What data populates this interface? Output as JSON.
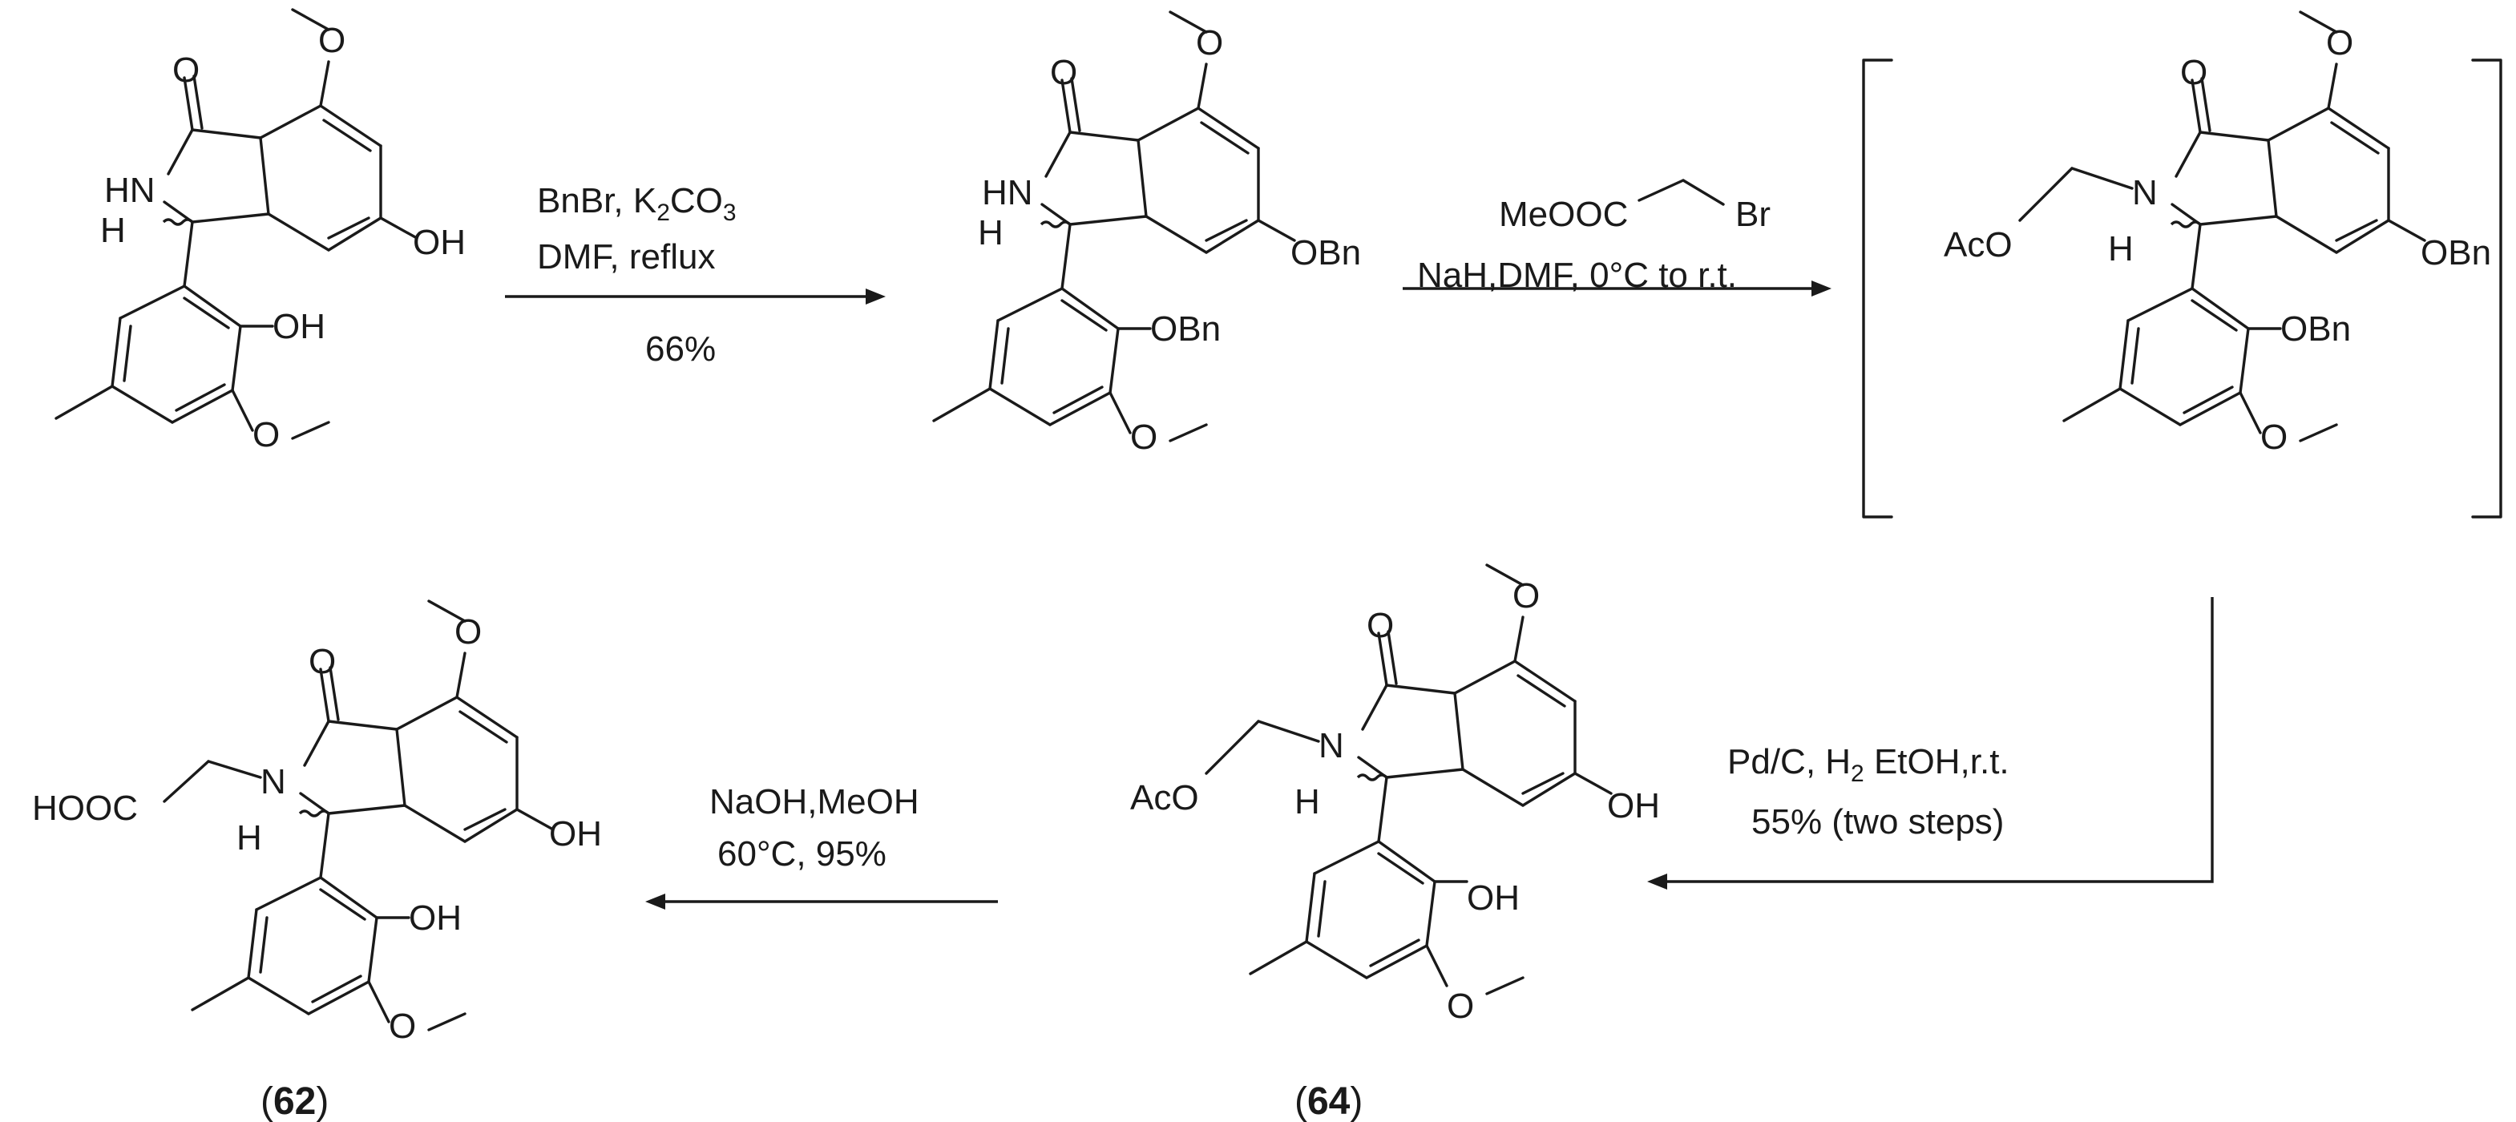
{
  "reactions": {
    "r1": {
      "line1_pre": "BnBr, K",
      "line1_sub1": "2",
      "line1_mid": "CO",
      "line1_sub2": "3",
      "line2": "DMF,  reflux",
      "yield": "66%"
    },
    "r2": {
      "reagent_a": "MeOOC",
      "reagent_b": "Br",
      "line2": "NaH,DMF,  0°C to r.t."
    },
    "r3": {
      "line1_pre": "Pd/C, H",
      "line1_sub": "2",
      "line1_post": " EtOH,r.t.",
      "line2": "55% (two steps)"
    },
    "r4": {
      "line1": "NaOH,MeOH",
      "line2": "60°C, 95%"
    }
  },
  "labels": {
    "c64": {
      "open": "(",
      "num": "64",
      "close": ")"
    },
    "c62": {
      "open": "(",
      "num": "62",
      "close": ")"
    }
  },
  "atoms": {
    "O": "O",
    "HN": "HN",
    "N": "N",
    "H": "H",
    "OH": "OH",
    "OBn": "OBn",
    "AcO": "AcO",
    "HOOC": "HOOC"
  }
}
